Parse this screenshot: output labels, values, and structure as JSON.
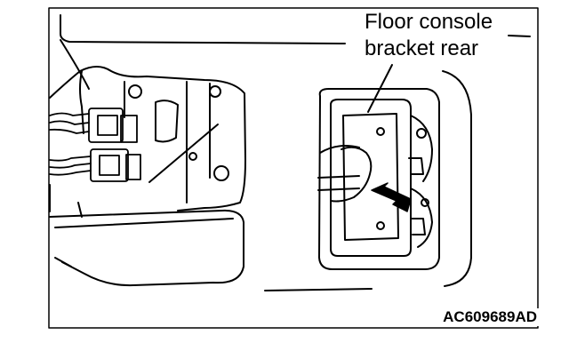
{
  "callout": {
    "line1": "Floor console",
    "line2": "bracket rear"
  },
  "figure_code": "AC609689AD",
  "colors": {
    "line": "#000000",
    "background": "#ffffff"
  }
}
